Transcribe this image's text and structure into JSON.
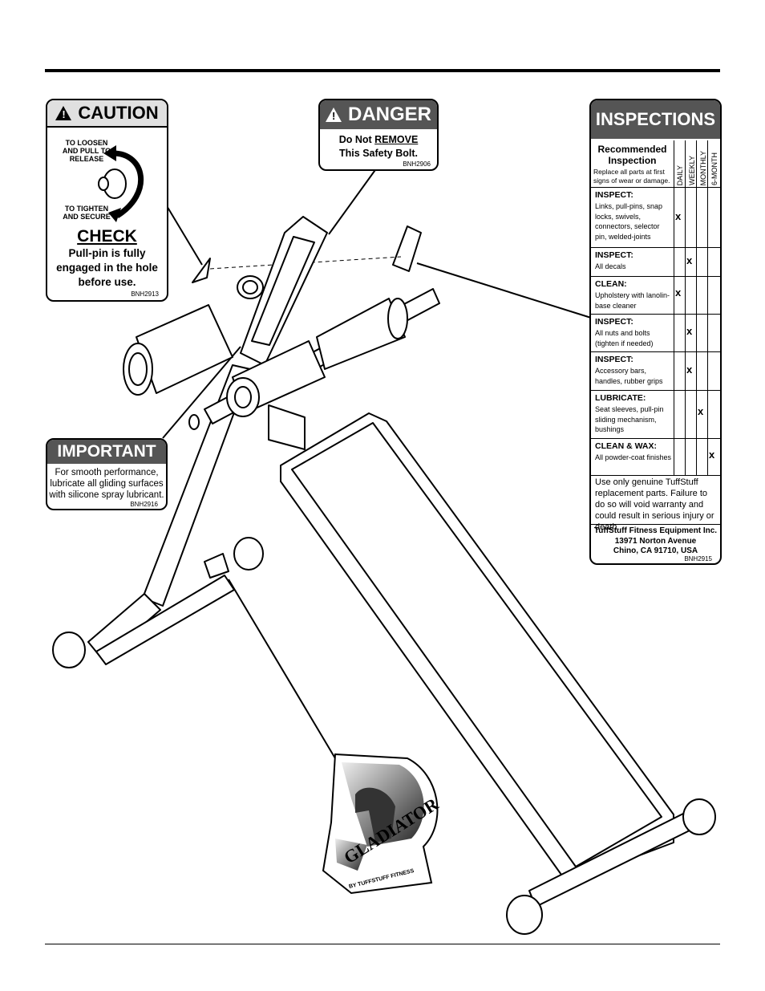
{
  "caution": {
    "title": "CAUTION",
    "loosen": "TO LOOSEN AND PULL TO RELEASE",
    "tighten": "TO TIGHTEN AND SECURE",
    "check_title": "CHECK",
    "check_body": "Pull-pin is fully engaged in the hole before use.",
    "code": "BNH2913"
  },
  "danger": {
    "title": "DANGER",
    "line1_pre": "Do Not ",
    "line1_emph": "REMOVE",
    "line2": "This Safety Bolt.",
    "code": "BNH2906"
  },
  "important": {
    "title": "IMPORTANT",
    "body": "For smooth performance, lubricate all gliding surfaces with silicone spray lubricant.",
    "code": "BNH2916"
  },
  "inspections": {
    "title": "INSPECTIONS",
    "recommended": "Recommended Inspection",
    "replace_note": "Replace all parts at first signs of wear or damage.",
    "columns": [
      "DAILY",
      "WEEKLY",
      "MONTHLY",
      "6-MONTH"
    ],
    "rows": [
      {
        "title": "INSPECT:",
        "desc": "Links, pull-pins, snap locks, swivels, connectors, selector pin, welded-joints",
        "mark": "x",
        "col": 0
      },
      {
        "title": "INSPECT:",
        "desc": "All decals",
        "mark": "x",
        "col": 1
      },
      {
        "title": "CLEAN:",
        "desc": "Upholstery with lanolin-base cleaner",
        "mark": "x",
        "col": 0
      },
      {
        "title": "INSPECT:",
        "desc": "All nuts and bolts (tighten if needed)",
        "mark": "x",
        "col": 1
      },
      {
        "title": "INSPECT:",
        "desc": "Accessory bars, handles, rubber grips",
        "mark": "x",
        "col": 1
      },
      {
        "title": "LUBRICATE:",
        "desc": "Seat sleeves, pull-pin sliding mechanism, bushings",
        "mark": "x",
        "col": 2
      },
      {
        "title": "CLEAN & WAX:",
        "desc": "All powder-coat finishes",
        "mark": "x",
        "col": 3
      }
    ],
    "warning": "Use only genuine TuffStuff replacement parts. Failure to do so will void warranty and could result in serious injury or death.",
    "company": "TuffStuff Fitness Equipment Inc.",
    "address1": "13971 Norton Avenue",
    "address2": "Chino, CA 91710, USA",
    "code": "BNH2915"
  },
  "logo": {
    "name": "GLADIATOR",
    "byline": "BY TUFFSTUFF FITNESS"
  }
}
